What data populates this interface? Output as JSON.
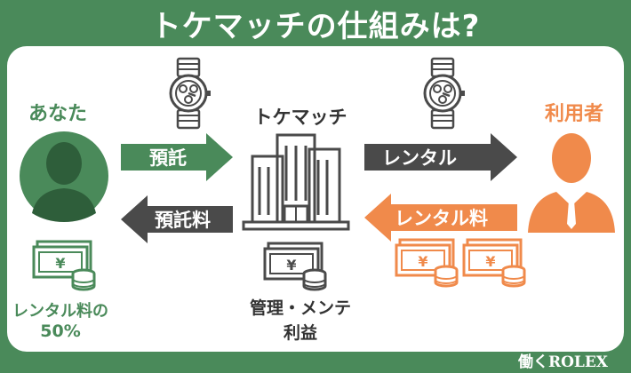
{
  "title": "トケマッチの仕組みは?",
  "footer": "働くROLEX",
  "actors": {
    "owner": "あなた",
    "platform": "トケマッチ",
    "renter": "利用者"
  },
  "arrows": {
    "deposit": "預託",
    "deposit_fee": "預託料",
    "rental": "レンタル",
    "rental_fee": "レンタル料"
  },
  "notes": {
    "owner_share_line1": "レンタル料の",
    "owner_share_line2": "50%",
    "platform_line1": "管理・メンテ",
    "platform_line2": "利益"
  },
  "colors": {
    "green": "#4a8a5a",
    "orange": "#f08a4b",
    "dark": "#4a4a4a"
  }
}
